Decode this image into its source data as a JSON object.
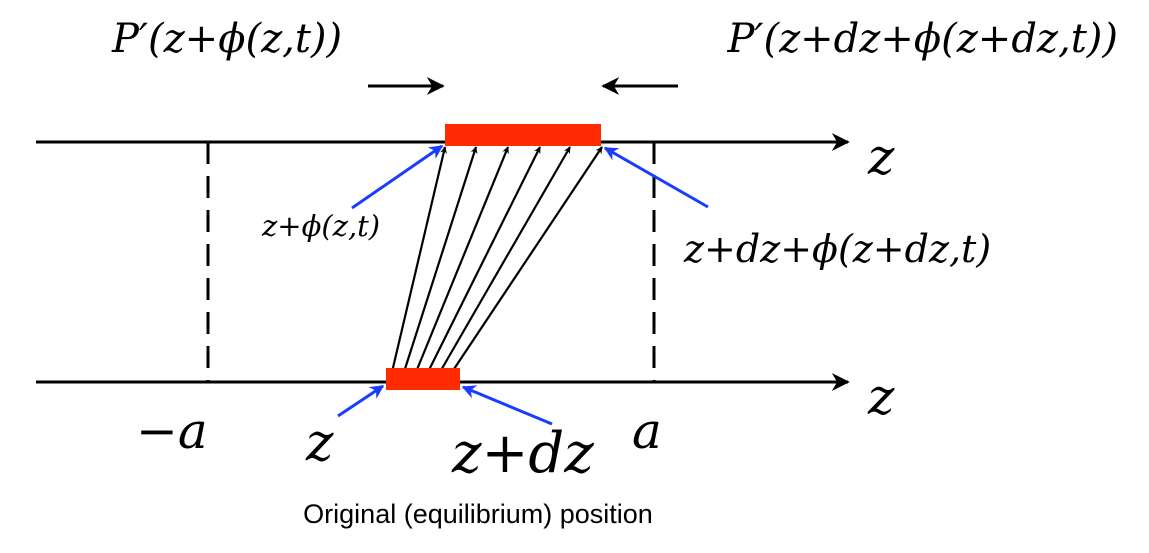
{
  "labels": {
    "force_left": "P′(z+ϕ(z,t))",
    "force_right": "P′(z+dz+ϕ(z+dz,t))",
    "displaced_left": "z+ϕ(z,t)",
    "displaced_right": "z+dz+ϕ(z+dz,t)",
    "axis_top": "z",
    "axis_bottom": "z",
    "neg_a": "−a",
    "pos_a": "a",
    "orig_left": "z",
    "orig_right": "z+dz",
    "caption": "Original (equilibrium) position"
  },
  "colors": {
    "line": "#000000",
    "element": "#ff2a00",
    "pointer": "#1a3cff"
  }
}
